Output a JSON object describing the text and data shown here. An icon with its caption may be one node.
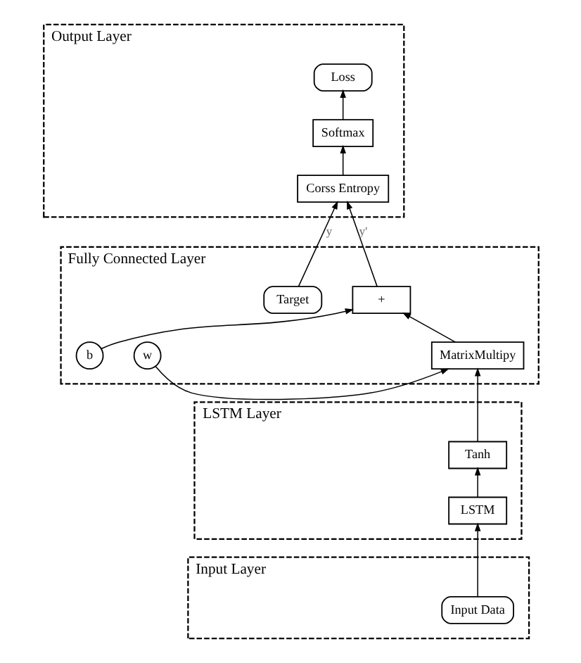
{
  "diagram": {
    "nodes": [
      {
        "text": [
          "Output Layer"
        ]
      },
      {
        "text": [
          "Loss"
        ],
        "in": 0
      },
      {
        "text": [
          "Softmax"
        ],
        "in": 0
      },
      {
        "text": [
          "Corss Entropy"
        ],
        "in": 0
      },
      {
        "text": [
          "Fully Connected Layer"
        ]
      },
      {
        "text": [
          "Target"
        ],
        "in": 4
      },
      {
        "text": [
          "+"
        ],
        "in": 4
      },
      {
        "text": [
          "MatrixMultipy"
        ],
        "in": 4
      },
      {
        "text": [
          "w"
        ],
        "in": 4
      },
      {
        "text": [
          "b"
        ],
        "in": 4
      },
      {
        "text": [
          "LSTM Layer"
        ]
      },
      {
        "text": [
          "Tanh"
        ],
        "in": 10
      },
      {
        "text": [
          "LSTM"
        ],
        "in": 10
      },
      {
        "text": [
          "Input Layer"
        ]
      },
      {
        "text": [
          "Input Data"
        ],
        "in": 13
      }
    ],
    "edges": [
      {
        "from": 14,
        "to": 12,
        "arrow": "to"
      },
      {
        "from": 12,
        "to": 11,
        "arrow": "to"
      },
      {
        "from": 11,
        "to": 7,
        "arrow": "to"
      },
      {
        "from": 8,
        "to": 7,
        "arrow": "to"
      },
      {
        "from": 7,
        "to": 6,
        "arrow": "to"
      },
      {
        "from": 9,
        "to": 6,
        "arrow": "to"
      },
      {
        "from": 5,
        "to": 3,
        "arrow": "to",
        "label": "y"
      },
      {
        "from": 6,
        "to": 3,
        "arrow": "to",
        "label": "y'"
      },
      {
        "from": 3,
        "to": 2,
        "arrow": "to"
      },
      {
        "from": 2,
        "to": 1,
        "arrow": "to"
      }
    ]
  }
}
